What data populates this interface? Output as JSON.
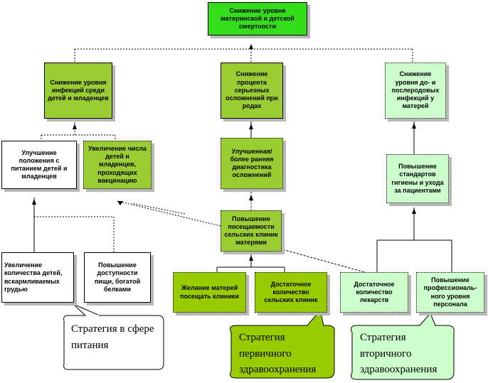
{
  "nodes": {
    "top": "Снижение уровня материнской и детской смертности",
    "child_infections": "Снижение уровня инфекций среди детей и младенцев",
    "birth_complications": "Снижение процента серьезных осложнений при родах",
    "postpartum_infections": "Снижение уровня до- и послеродовых инфекций у матерей",
    "nutrition_status": "Улучшение положения с питанием детей и младенцев",
    "vaccination": "Увеличение числа детей и младенцев, проходящих вакцинацию",
    "diagnostics": "Улучшенная/ более ранняя диагностика осложнений",
    "hygiene_standards": "Повышение стандартов гигиены и ухода за пациентами",
    "clinic_attendance": "Повышение посещаемости сельских клиник матерями",
    "breastfeeding": "Увеличение количества детей, вскармливаемых грудью",
    "food_access": "Повышение доступности пищи, богатой белками",
    "mothers_desire": "Желание матерей посещать клиники",
    "enough_clinics": "Достаточное количество сельских клиник",
    "enough_medicine": "Достаточное количество лекарств",
    "staff_level": "Повышение профессиональ-ного уровня персонала"
  },
  "callouts": {
    "nutrition": "Стратегия в сфере питания",
    "primary": "Стратегия первичного здравоохранения",
    "secondary": "Стратегия вторичного здравоохранения"
  }
}
